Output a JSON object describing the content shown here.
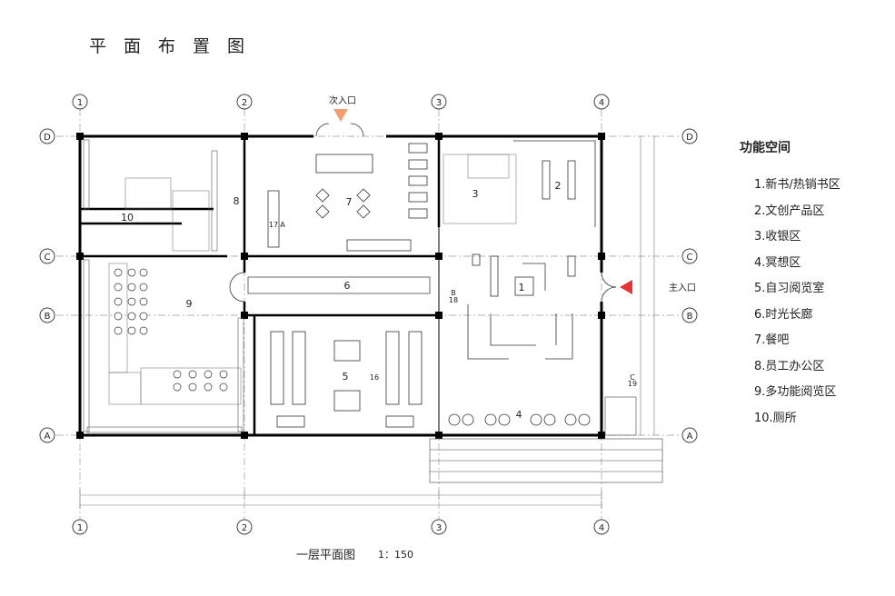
{
  "title": "平面布置图",
  "grid_columns": [
    "1",
    "2",
    "3",
    "4"
  ],
  "grid_rows": [
    "D",
    "C",
    "B",
    "A"
  ],
  "entrances": {
    "secondary": "次入口",
    "main": "主入口"
  },
  "room_numbers": [
    "1",
    "2",
    "3",
    "4",
    "5",
    "6",
    "7",
    "8",
    "9",
    "10"
  ],
  "other_marks": {
    "mark_17": "17",
    "mark_16": "16",
    "mark_18": "18",
    "mark_19": "19",
    "mark_b": "B",
    "mark_c": "C",
    "mark_a": "A"
  },
  "legend": {
    "heading": "功能空间",
    "items": [
      "1.新书/热销书区",
      "2.文创产品区",
      "3.收银区",
      "4.冥想区",
      "5.自习阅览室",
      "6.时光长廊",
      "7.餐吧",
      "8.员工办公区",
      "9.多功能阅览区",
      "10.厕所"
    ]
  },
  "caption": "一层平面图",
  "scale": "1：150",
  "colors": {
    "secondary_entrance_arrow": "#f0a070",
    "main_entrance_arrow": "#e8323a",
    "wall": "#000000"
  }
}
